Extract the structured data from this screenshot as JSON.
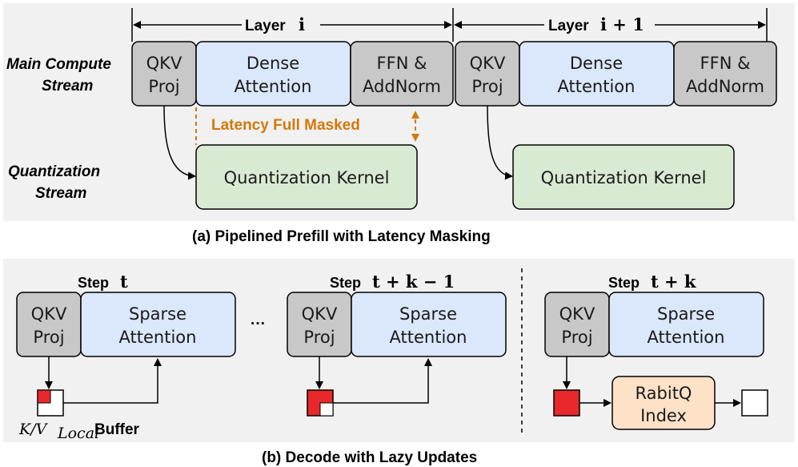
{
  "panel_a": {
    "layer_i_label": "Layer",
    "layer_i_var": "i",
    "layer_i1_label": "Layer",
    "layer_i1_var": "i + 1",
    "main_stream_label_1": "Main Compute",
    "main_stream_label_2": "Stream",
    "quant_stream_label_1": "Quantization",
    "quant_stream_label_2": "Stream",
    "qkv_1": "QKV",
    "qkv_2": "Proj",
    "dense_1": "Dense",
    "dense_2": "Attention",
    "ffn_1": "FFN &",
    "ffn_2": "AddNorm",
    "latency_label": "Latency Full Masked",
    "quant_kernel": "Quantization Kernel",
    "caption": "(a) Pipelined Prefill with Latency Masking"
  },
  "panel_b": {
    "step_label": "Step",
    "step_1_var": "t",
    "step_2_var": "t + k − 1",
    "step_3_var": "t + k",
    "qkv_1": "QKV",
    "qkv_2": "Proj",
    "sparse_1": "Sparse",
    "sparse_2": "Attention",
    "ellipsis": "···",
    "buffer_math": "K/V",
    "buffer_sub": "Local",
    "buffer_label": "Buffer",
    "rabitq_1": "RabitQ",
    "rabitq_2": "Index",
    "caption": "(b) Decode with Lazy Updates"
  },
  "colors": {
    "panel_bg": "#f1f1f1",
    "gray_box": "#c8c8c8",
    "blue_box": "#dbe7fb",
    "green_box": "#d9ead3",
    "peach_box": "#fde2c8",
    "red": "#e8282b",
    "orange": "#d4780a"
  }
}
